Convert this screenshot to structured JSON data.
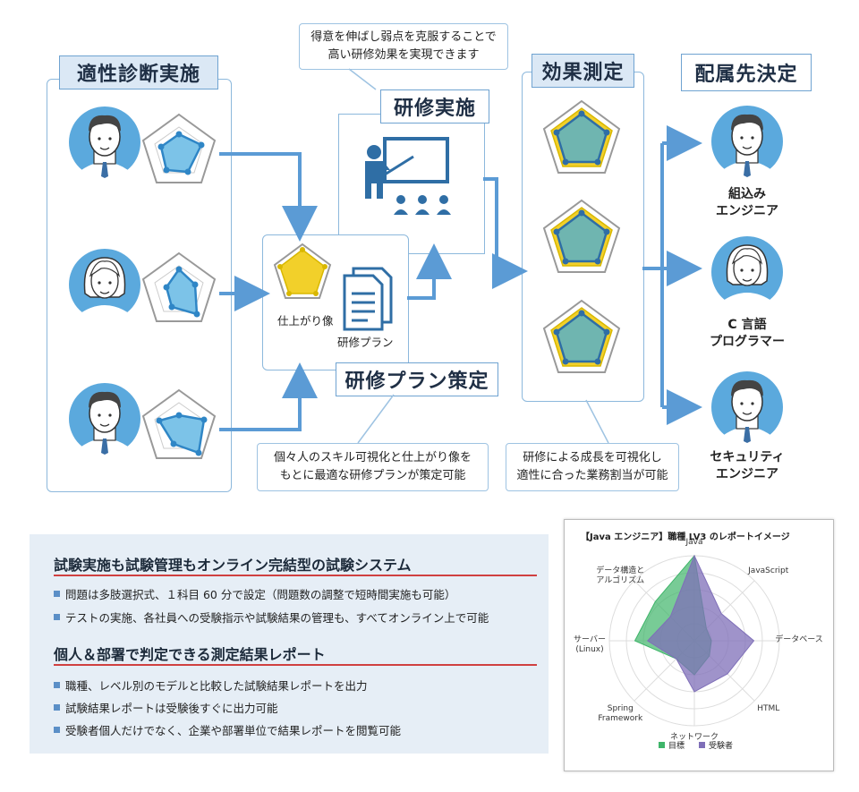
{
  "sections": {
    "diagnosis": "適性診断実施",
    "training": "研修実施",
    "measurement": "効果測定",
    "assignment": "配属先決定",
    "plan": "研修プラン策定"
  },
  "callouts": {
    "top_line1": "得意を伸ばし弱点を克服することで",
    "top_line2": "高い研修効果を実現できます",
    "plan_line1": "個々人のスキル可視化と仕上がり像を",
    "plan_line2": "もとに最適な研修プランが策定可能",
    "growth_line1": "研修による成長を可視化し",
    "growth_line2": "適性に合った業務割当が可能"
  },
  "plan_box": {
    "finish_label": "仕上がり像",
    "plan_label": "研修プラン"
  },
  "roles": [
    {
      "line1": "組込み",
      "line2": "エンジニア"
    },
    {
      "line1": "C 言語",
      "line2": "プログラマー"
    },
    {
      "line1": "セキュリティ",
      "line2": "エンジニア"
    }
  ],
  "info": {
    "heading1": "試験実施も試験管理もオンライン完結型の試験システム",
    "bullets1": [
      "問題は多肢選択式、１科目 60 分で設定（問題数の調整で短時間実施も可能）",
      "テストの実施、各社員への受験指示や試験結果の管理も、すべてオンライン上で可能"
    ],
    "heading2": "個人＆部署で判定できる測定結果レポート",
    "bullets2": [
      "職種、レベル別のモデルと比較した試験結果レポートを出力",
      "試験結果レポートは受験後すぐに出力可能",
      "受験者個人だけでなく、企業や部署単位で結果レポートを閲覧可能"
    ]
  },
  "report": {
    "title": "【Java エンジニア】職種 LV3 のレポートイメージ",
    "axes": [
      "Java",
      "JavaScript",
      "データベース",
      "HTML",
      "ネットワーク",
      "Spring\nFramework",
      "サーバー\n(Linux)",
      "データ構造と\nアルゴリズム"
    ],
    "legend": [
      {
        "name": "目標",
        "color": "#3fb56a"
      },
      {
        "name": "受験者",
        "color": "#7f6fb8"
      }
    ],
    "series_target": [
      1.0,
      0.2,
      0.2,
      0.25,
      0.4,
      0.3,
      0.7,
      0.65
    ],
    "series_examinee": [
      1.0,
      0.45,
      0.7,
      0.55,
      0.6,
      0.3,
      0.55,
      0.4
    ]
  },
  "colors": {
    "accent": "#5b9bd5",
    "title_bg": "#dbe8f5",
    "yellow": "#f2d02a",
    "teal": "#6fb5b0"
  }
}
